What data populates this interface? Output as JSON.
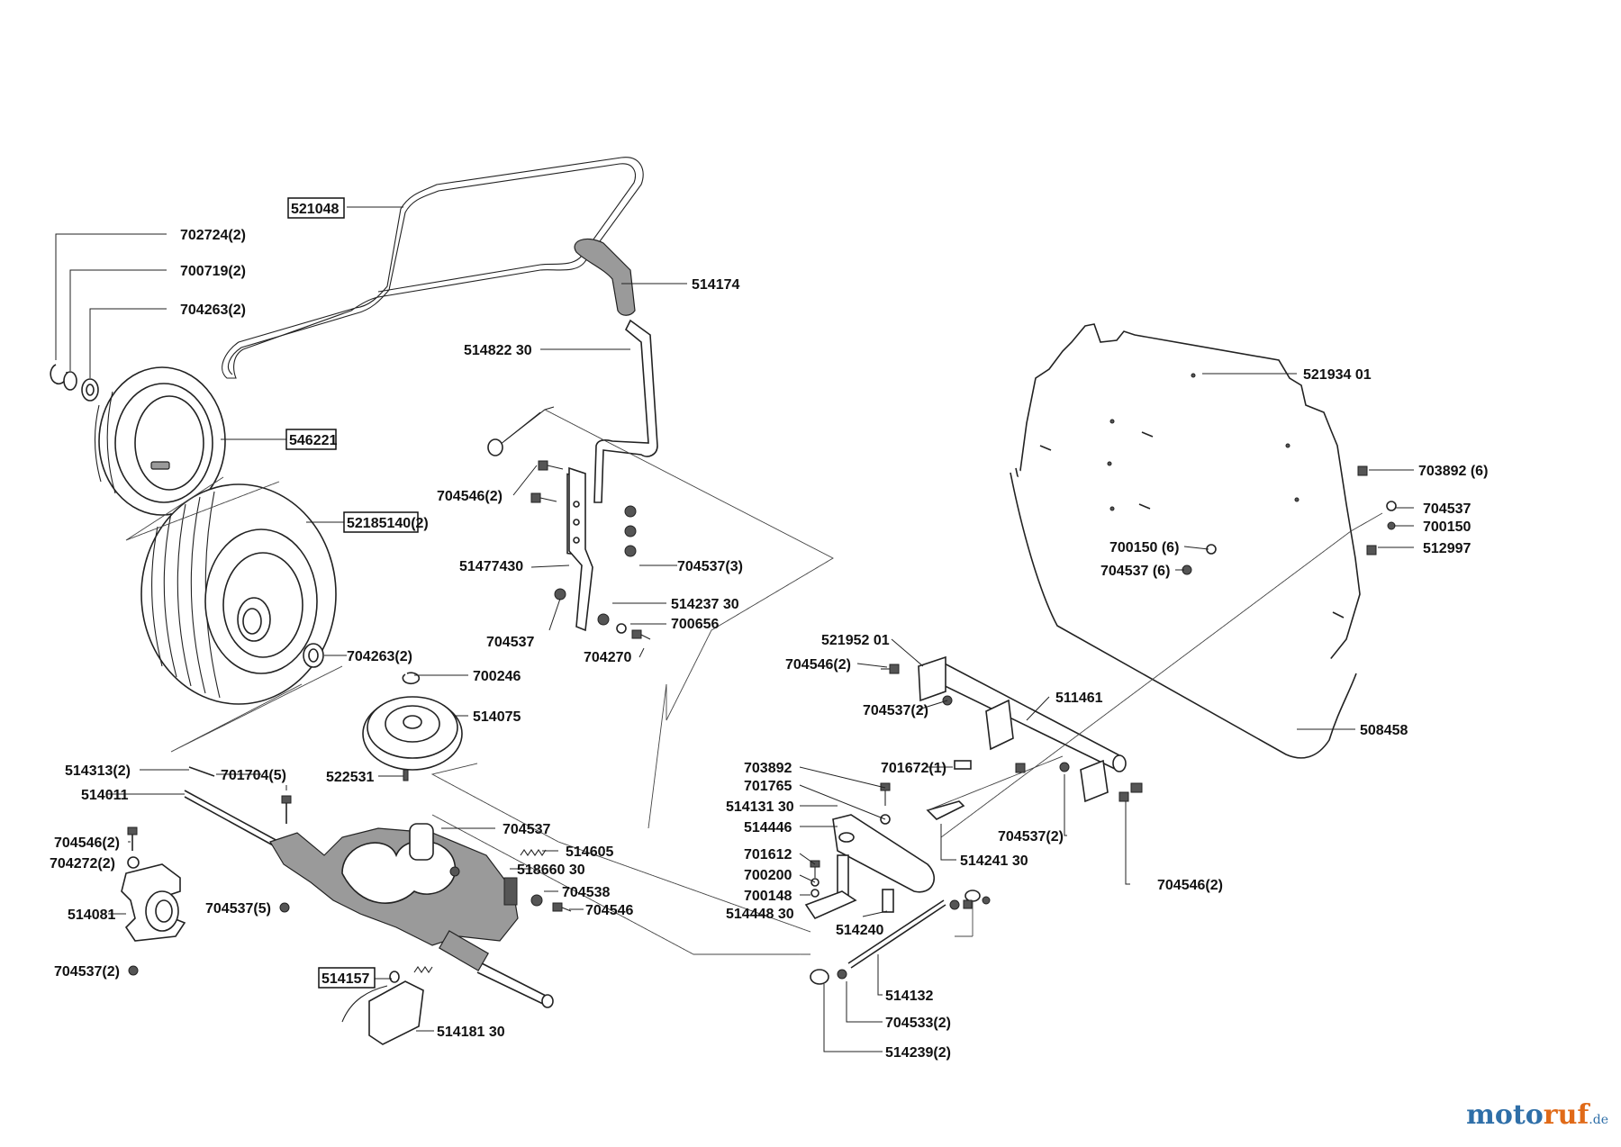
{
  "watermark": {
    "main_a": "moto",
    "main_b": "ruf",
    "suffix": ".de"
  },
  "labels": {
    "l521048": "521048",
    "l702724": "702724(2)",
    "l700719": "700719(2)",
    "l704263a": "704263(2)",
    "l546221": "546221",
    "l52185140": "52185140(2)",
    "l704263b": "704263(2)",
    "l514174": "514174",
    "l514822": "514822 30",
    "l704546a": "704546(2)",
    "l514477": "51477430",
    "l704537_3": "704537(3)",
    "l704537a": "704537",
    "l514237": "514237 30",
    "l700656": "700656",
    "l704270": "704270",
    "l700246": "700246",
    "l514075": "514075",
    "l514313": "514313(2)",
    "l701704": "701704(5)",
    "l514011": "514011",
    "l522531": "522531",
    "l704546b": "704546(2)",
    "l704272": "704272(2)",
    "l514081": "514081",
    "l704537_2a": "704537(2)",
    "l704537_5": "704537(5)",
    "l704537b": "704537",
    "l514605": "514605",
    "l518660": "518660 30",
    "l704538": "704538",
    "l704546c": "704546",
    "l514157": "514157",
    "l514181": "514181 30",
    "l521934": "521934 01",
    "l703892_6": "703892 (6)",
    "l704537c": "704537",
    "l700150a": "700150",
    "l512997": "512997",
    "l700150_6": "700150 (6)",
    "l704537_6": "704537 (6)",
    "l521952": "521952 01",
    "l704546d": "704546(2)",
    "l704537_2b": "704537(2)",
    "l511461": "511461",
    "l508458": "508458",
    "l703892": "703892",
    "l701765": "701765",
    "l701672": "701672(1)",
    "l514131": "514131 30",
    "l514446": "514446",
    "l701612": "701612",
    "l700200": "700200",
    "l700148": "700148",
    "l514448": "514448 30",
    "l514240": "514240",
    "l514241": "514241 30",
    "l704537_2c": "704537(2)",
    "l704546e": "704546(2)",
    "l514132": "514132",
    "l704533": "704533(2)",
    "l514239": "514239(2)"
  }
}
